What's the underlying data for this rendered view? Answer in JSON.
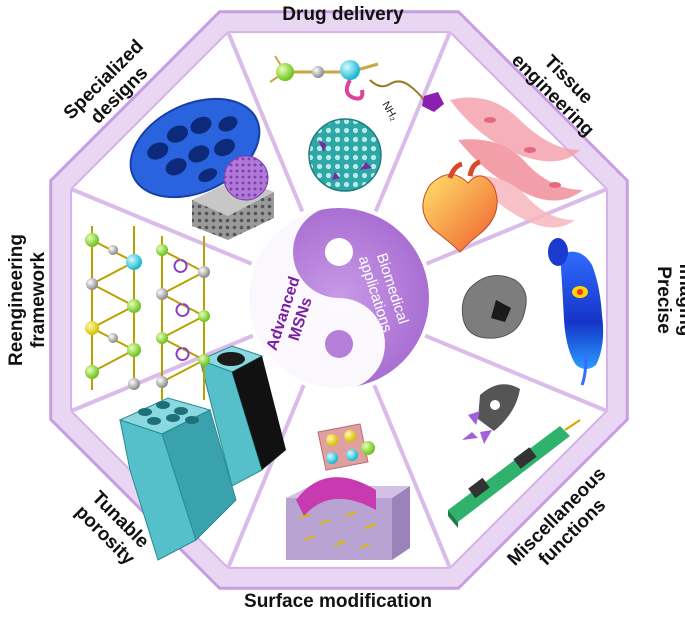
{
  "labels": {
    "drug_delivery": "Drug delivery",
    "tissue_line1": "Tissue",
    "tissue_line2": "engineering",
    "imaging_line1": "Precise",
    "imaging_line2": "imaging",
    "misc_line1": "Miscellaneous",
    "misc_line2": "functions",
    "surface": "Surface modification",
    "porosity_line1": "Tunable",
    "porosity_line2": "porosity",
    "reeng_line1": "Reengineering",
    "reeng_line2": "framework",
    "special_line1": "Specialized",
    "special_line2": "designs"
  },
  "center": {
    "left_line1": "Advanced",
    "left_line2": "MSNs",
    "right_line1": "Biomedical",
    "right_line2": "applications"
  },
  "molecule_text": "NH₂",
  "colors": {
    "frame": "#d9b8ea",
    "frame_edge": "#b98ad4",
    "center": "#b57fd9",
    "accent_purple": "#7a1fa0",
    "teal": "#4fb3bf",
    "blue": "#2a5bd7",
    "pink": "#f08a9a",
    "green_strip": "#3dbf7a"
  }
}
